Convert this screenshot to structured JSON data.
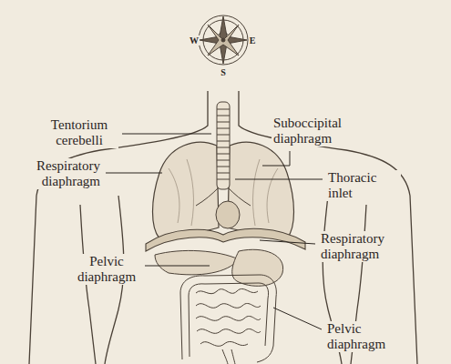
{
  "diagram": {
    "labels": [
      "W",
      "E",
      "S",
      "Tentorium cerebelli",
      "Suboccipital diaphragm",
      "Respiratory diaphragm",
      "Thoracic inlet",
      "Respiratory diaphragm",
      "Pelvic diaphragm",
      "Pelvic diaphragm"
    ]
  }
}
